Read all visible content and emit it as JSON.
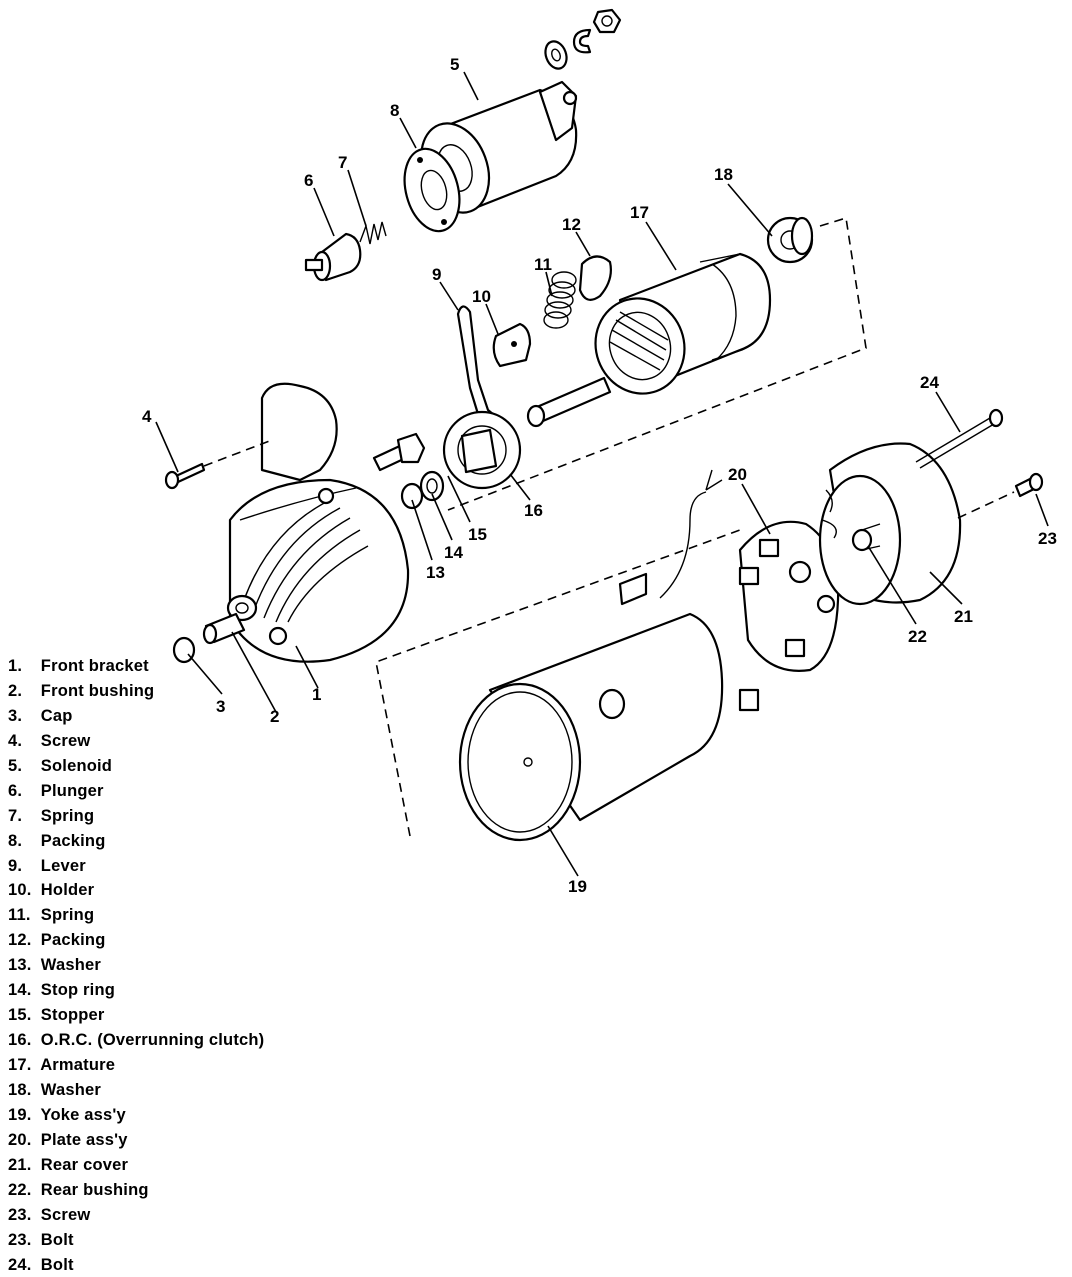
{
  "callouts": [
    "1",
    "2",
    "3",
    "4",
    "5",
    "6",
    "7",
    "8",
    "9",
    "10",
    "11",
    "12",
    "13",
    "14",
    "15",
    "16",
    "17",
    "18",
    "19",
    "20",
    "21",
    "22",
    "23",
    "24"
  ],
  "legend": [
    {
      "num": "1.",
      "label": "Front bracket"
    },
    {
      "num": "2.",
      "label": "Front bushing"
    },
    {
      "num": "3.",
      "label": "Cap"
    },
    {
      "num": "4.",
      "label": "Screw"
    },
    {
      "num": "5.",
      "label": "Solenoid"
    },
    {
      "num": "6.",
      "label": "Plunger"
    },
    {
      "num": "7.",
      "label": "Spring"
    },
    {
      "num": "8.",
      "label": "Packing"
    },
    {
      "num": "9.",
      "label": "Lever"
    },
    {
      "num": "10.",
      "label": "Holder"
    },
    {
      "num": "11.",
      "label": "Spring"
    },
    {
      "num": "12.",
      "label": "Packing"
    },
    {
      "num": "13.",
      "label": "Washer"
    },
    {
      "num": "14.",
      "label": "Stop ring"
    },
    {
      "num": "15.",
      "label": "Stopper"
    },
    {
      "num": "16.",
      "label": "O.R.C. (Overrunning clutch)"
    },
    {
      "num": "17.",
      "label": "Armature"
    },
    {
      "num": "18.",
      "label": "Washer"
    },
    {
      "num": "19.",
      "label": "Yoke ass'y"
    },
    {
      "num": "20.",
      "label": "Plate ass'y"
    },
    {
      "num": "21.",
      "label": "Rear cover"
    },
    {
      "num": "22.",
      "label": "Rear bushing"
    },
    {
      "num": "23.",
      "label": "Screw"
    },
    {
      "num": "23.",
      "label": "Bolt"
    },
    {
      "num": "24.",
      "label": "Bolt"
    }
  ]
}
